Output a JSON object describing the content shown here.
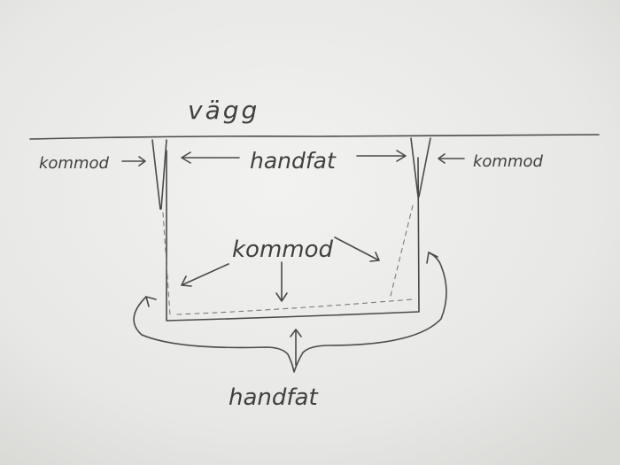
{
  "labels": {
    "wall": "vägg",
    "sink_top": "handfat",
    "cabinet_left": "kommod",
    "cabinet_right": "kommod",
    "cabinet_inside": "kommod",
    "sink_bottom": "handfat"
  },
  "colors": {
    "paper": "#ececea",
    "pencil": "#4a4a4a"
  }
}
